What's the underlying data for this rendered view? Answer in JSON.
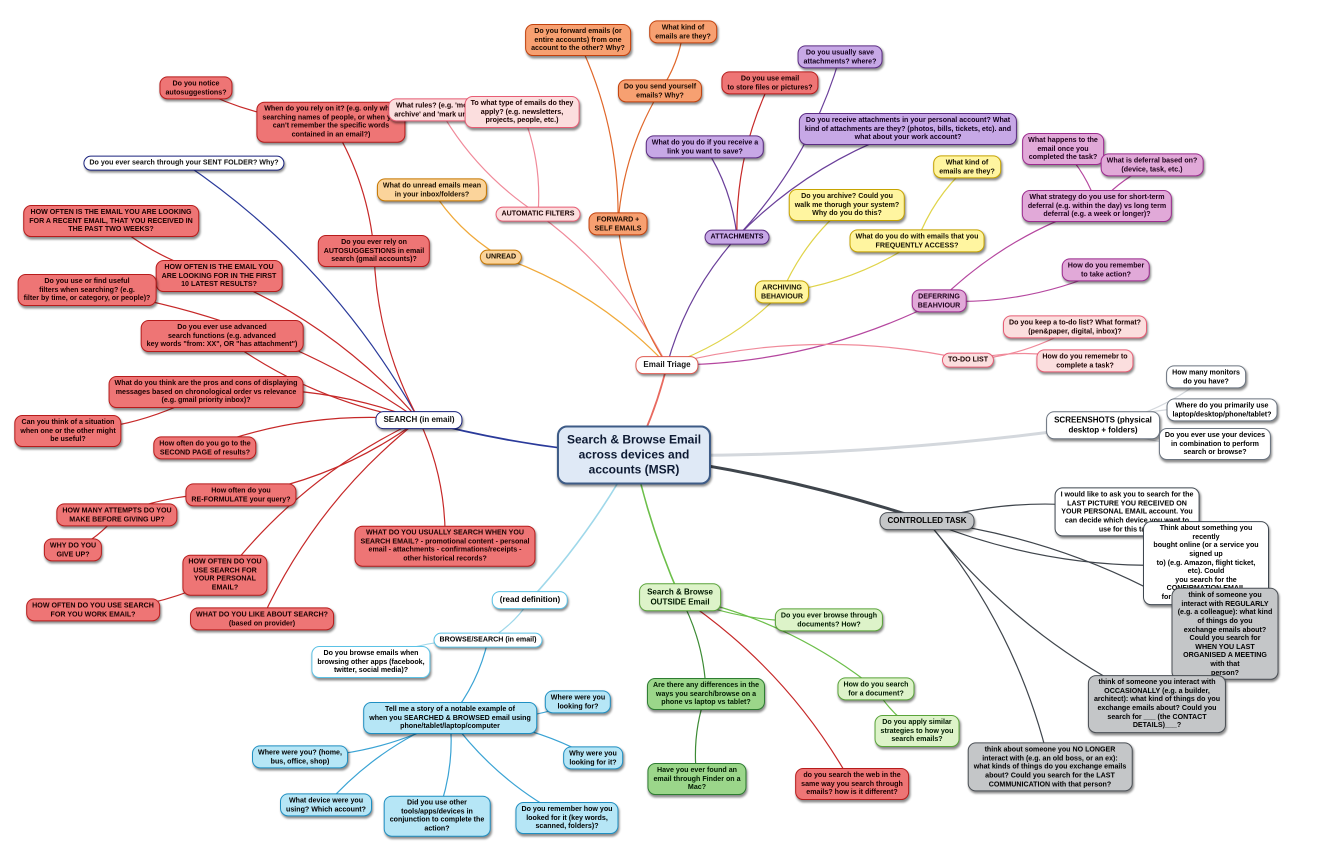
{
  "mindmap": {
    "central": {
      "id": "center",
      "text": "Search & Browse Email\nacross devices and\naccounts (MSR)"
    },
    "nodes": [
      {
        "id": "triage",
        "parent": "center",
        "color": "triage",
        "text": "Email Triage"
      },
      {
        "id": "search",
        "parent": "center",
        "color": "blue",
        "text": "SEARCH (in email)"
      },
      {
        "id": "screenshots",
        "parent": "center",
        "color": "grey2",
        "text": "SCREENSHOTS (physical\ndesktop + folders)"
      },
      {
        "id": "controlled",
        "parent": "center",
        "color": "gray",
        "text": "CONTROLLED TASK"
      },
      {
        "id": "outside",
        "parent": "center",
        "color": "lgreen",
        "text": "Search & Browse\nOUTSIDE Email"
      },
      {
        "id": "readdef",
        "parent": "center",
        "color": "lblue",
        "text": "(read definition)"
      },
      {
        "id": "browse",
        "parent": "readdef",
        "color": "lblue",
        "text": "BROWSE/SEARCH (in email)"
      },
      {
        "id": "browse1",
        "parent": "browse",
        "color": "lblue",
        "text": "Do you browse emails when\nbrowsing other apps (facebook,\ntwitter, social media)?"
      },
      {
        "id": "story",
        "parent": "browse",
        "color": "sky",
        "text": "Tell me a story of a notable example of\nwhen you SEARCHED & BROWSED email using\nphone/tablet/laptop/computer"
      },
      {
        "id": "story1",
        "parent": "story",
        "color": "sky",
        "text": "Where were you\nlooking for?"
      },
      {
        "id": "story2",
        "parent": "story",
        "color": "sky",
        "text": "Why were you\nlooking for it?"
      },
      {
        "id": "story3",
        "parent": "story",
        "color": "sky",
        "text": "Do you remember how you\nlooked for it (key words,\nscanned, folders)?"
      },
      {
        "id": "story4",
        "parent": "story",
        "color": "sky",
        "text": "Did you use other\ntools/apps/devices in\nconjunction to complete the\naction?"
      },
      {
        "id": "story5",
        "parent": "story",
        "color": "sky",
        "text": "What device were you\nusing? Which account?"
      },
      {
        "id": "story6",
        "parent": "story",
        "color": "sky",
        "text": "Where were you? (home,\nbus, office, shop)"
      },
      {
        "id": "out1",
        "parent": "outside",
        "color": "lgreen",
        "text": "Do you ever browse through\ndocuments? How?"
      },
      {
        "id": "out2",
        "parent": "outside",
        "color": "green",
        "text": "Are there any differences in the\nways you search/browse on a\nphone vs laptop vs tablet?"
      },
      {
        "id": "out3",
        "parent": "out2",
        "color": "green",
        "text": "Have you ever found an\nemail through Finder on a\nMac?"
      },
      {
        "id": "out4",
        "parent": "outside",
        "color": "lgreen",
        "text": "How do you search\nfor a document?"
      },
      {
        "id": "out5",
        "parent": "out4",
        "color": "lgreen",
        "text": "Do you apply similar\nstrategies to how you\nsearch emails?"
      },
      {
        "id": "out6",
        "parent": "outside",
        "color": "red",
        "text": "do you search the web in the\nsame way you search through\nemails? how is it different?"
      },
      {
        "id": "scr1",
        "parent": "screenshots",
        "color": "grey2",
        "text": "How many monitors\ndo you have?"
      },
      {
        "id": "scr2",
        "parent": "screenshots",
        "color": "grey2",
        "text": "Where do you primarily use\nlaptop/desktop/phone/tablet?"
      },
      {
        "id": "scr3",
        "parent": "screenshots",
        "color": "grey2",
        "text": "Do you ever use your devices\nin combination to perform\nsearch or browse?"
      },
      {
        "id": "ct1",
        "parent": "controlled",
        "color": "white",
        "text": "I would like to ask you to search for the\nLAST PICTURE YOU RECEIVED ON\nYOUR PERSONAL EMAIL account. You\ncan decide which device you want to\nuse for this task."
      },
      {
        "id": "ct2",
        "parent": "controlled",
        "color": "white",
        "text": "Think about something you recently\nbought online (or a service you signed up\nto) (e.g. Amazon, flight ticket, etc). Could\nyou search for the CONFIRMATION EMAIL\nfor that purchase/service?"
      },
      {
        "id": "ct3",
        "parent": "controlled",
        "color": "gray",
        "text": "think of someone you interact with REGULARLY\n(e.g. a colleague): what kind of things do you\nexchange emails about? Could you search for\nWHEN YOU LAST ORGANISED A MEETING with that\nperson?"
      },
      {
        "id": "ct4",
        "parent": "controlled",
        "color": "gray",
        "text": "think of someone you interact with\nOCCASIONALLY (e.g. a builder,\narchitect): what kind of things do you\nexchange emails about? Could you\nsearch for ___ (the CONTACT\nDETAILS)___?"
      },
      {
        "id": "ct5",
        "parent": "controlled",
        "color": "gray",
        "text": "think about someone you NO LONGER\ninteract with (e.g. an old boss, or an ex):\nwhat kinds of things do you exchange emails\nabout? Could you search for the LAST\nCOMMUNICATION with that person?"
      },
      {
        "id": "s1",
        "parent": "search",
        "color": "blue",
        "text": "Do you ever search through your SENT FOLDER? Why?"
      },
      {
        "id": "s2",
        "parent": "search",
        "color": "red",
        "text": "Do you ever rely on\nAUTOSUGGESTIONS in email\nsearch (gmail accounts)?"
      },
      {
        "id": "s2a",
        "parent": "s2",
        "color": "red",
        "text": "When do you rely on it? (e.g. only when\nsearching names of people, or when you\ncan't remember the specific words\ncontained in an email?)"
      },
      {
        "id": "s2b",
        "parent": "s2a",
        "color": "red",
        "text": "Do you notice\nautosuggestions?"
      },
      {
        "id": "s3",
        "parent": "search",
        "color": "red",
        "text": "HOW OFTEN IS THE EMAIL YOU\nARE LOOKING FOR IN THE FIRST\n10 LATEST RESULTS?"
      },
      {
        "id": "s3a",
        "parent": "s3",
        "color": "red",
        "text": "HOW OFTEN IS THE EMAIL YOU ARE LOOKING\nFOR A RECENT EMAIL, THAT YOU RECEIVED IN\nTHE PAST TWO WEEKS?"
      },
      {
        "id": "s4",
        "parent": "search",
        "color": "red",
        "text": "Do you use or find useful\nfilters when searching? (e.g.\nfilter by time, or category, or people)?"
      },
      {
        "id": "s5",
        "parent": "search",
        "color": "red",
        "text": "Do you ever use advanced\nsearch functions (e.g. advanced\nkey words \"from: XX\", OR \"has attachment\")"
      },
      {
        "id": "s6",
        "parent": "search",
        "color": "red",
        "text": "What do you think are the pros and cons of displaying\nmessages based on chronological order vs relevance\n(e.g. gmail priority inbox)?"
      },
      {
        "id": "s6a",
        "parent": "s6",
        "color": "red",
        "text": "Can you think of a situation\nwhen one or the other might\nbe useful?"
      },
      {
        "id": "s7",
        "parent": "search",
        "color": "red",
        "text": "How often do you go to the\nSECOND PAGE of results?"
      },
      {
        "id": "s8",
        "parent": "search",
        "color": "red",
        "text": "How often do you\nRE-FORMULATE your query?"
      },
      {
        "id": "s8a",
        "parent": "s8",
        "color": "red",
        "text": "HOW MANY ATTEMPTS DO YOU\nMAKE BEFORE GIVING UP?"
      },
      {
        "id": "s8b",
        "parent": "s8a",
        "color": "red",
        "text": "WHY DO YOU\nGIVE UP?"
      },
      {
        "id": "s9",
        "parent": "search",
        "color": "red",
        "text": "HOW OFTEN DO YOU\nUSE SEARCH FOR\nYOUR PERSONAL\nEMAIL?"
      },
      {
        "id": "s9a",
        "parent": "s9",
        "color": "red",
        "text": "HOW OFTEN DO YOU USE SEARCH\nFOR YOU WORK EMAIL?"
      },
      {
        "id": "s10",
        "parent": "search",
        "color": "red",
        "text": "WHAT DO YOU LIKE ABOUT SEARCH?\n(based on provider)"
      },
      {
        "id": "s11",
        "parent": "search",
        "color": "red",
        "text": "WHAT DO YOU USUALLY SEARCH WHEN YOU\nSEARCH EMAIL? - promotional content - personal\nemail - attachments - confirmations/receipts -\nother historical records?"
      },
      {
        "id": "unread",
        "parent": "triage",
        "color": "peach",
        "text": "UNREAD"
      },
      {
        "id": "unread1",
        "parent": "unread",
        "color": "peach",
        "text": "What do unread emails mean\nin your inbox/folders?"
      },
      {
        "id": "autof",
        "parent": "triage",
        "color": "pink",
        "text": "AUTOMATIC FILTERS"
      },
      {
        "id": "autof1",
        "parent": "autof",
        "color": "pink",
        "text": "What rules? (e.g. 'move to\narchive' and 'mark unread')"
      },
      {
        "id": "autof2",
        "parent": "autof",
        "color": "pink",
        "text": "To what type of emails do they\napply? (e.g. newsletters,\nprojects, people, etc.)"
      },
      {
        "id": "fwd",
        "parent": "triage",
        "color": "orange",
        "text": "FORWARD +\nSELF EMAILS"
      },
      {
        "id": "fwd1",
        "parent": "fwd",
        "color": "orange",
        "text": "Do you forward emails (or\nentire accounts) from one\naccount to the other? Why?"
      },
      {
        "id": "fwd2",
        "parent": "fwd",
        "color": "orange",
        "text": "Do you send yourself\nemails? Why?"
      },
      {
        "id": "fwd3",
        "parent": "fwd2",
        "color": "orange",
        "text": "What kind of\nemails are they?"
      },
      {
        "id": "att",
        "parent": "triage",
        "color": "purple",
        "text": "ATTACHMENTS"
      },
      {
        "id": "att1",
        "parent": "att",
        "color": "purple",
        "text": "What do you do if you receive a\nlink you want to save?"
      },
      {
        "id": "att2",
        "parent": "att",
        "color": "red",
        "text": "Do you use email\nto store files or pictures?"
      },
      {
        "id": "att3",
        "parent": "att",
        "color": "purple",
        "text": "Do you usually save\nattachments? where?"
      },
      {
        "id": "att4",
        "parent": "att",
        "color": "purple",
        "text": "Do you receive attachments in your personal account? What\nkind of attachments are they? (photos, bills, tickets, etc). and\nwhat about your work account?"
      },
      {
        "id": "arch",
        "parent": "triage",
        "color": "yellow",
        "text": "ARCHIVING\nBEHAVIOUR"
      },
      {
        "id": "arch1",
        "parent": "arch",
        "color": "yellow",
        "text": "Do you archive? Could you\nwalk me thorugh your system?\nWhy do you do this?"
      },
      {
        "id": "arch2",
        "parent": "arch",
        "color": "yellow",
        "text": "What do you do with emails that you\nFREQUENTLY ACCESS?"
      },
      {
        "id": "arch3",
        "parent": "arch2",
        "color": "yellow",
        "text": "What kind of\nemails are they?"
      },
      {
        "id": "defer",
        "parent": "triage",
        "color": "magenta",
        "text": "DEFERRING\nBEAHVIOUR"
      },
      {
        "id": "defer1",
        "parent": "defer",
        "color": "magenta",
        "text": "What strategy do you use for short-term\ndeferral (e.g. within the day) vs long term\ndeferral (e.g. a week or longer)?"
      },
      {
        "id": "defer1a",
        "parent": "defer1",
        "color": "magenta",
        "text": "What happens to the\nemail once you\ncompleted the task?"
      },
      {
        "id": "defer1b",
        "parent": "defer1",
        "color": "magenta",
        "text": "What is deferral based on?\n(device, task, etc.)"
      },
      {
        "id": "defer2",
        "parent": "defer",
        "color": "magenta",
        "text": "How do you remember\nto take action?"
      },
      {
        "id": "todo",
        "parent": "triage",
        "color": "pink",
        "text": "TO-DO LIST"
      },
      {
        "id": "todo1",
        "parent": "todo",
        "color": "pink",
        "text": "Do you keep a to-do list? What format?\n(pen&paper, digital, inbox)?"
      },
      {
        "id": "todo2",
        "parent": "todo",
        "color": "pink",
        "text": "How do you rememebr to\ncomplete a task?"
      }
    ],
    "colors": {
      "triage": "#e86a60",
      "blue": "#2a3a9a",
      "grey2": "#d4d8dd",
      "gray": "#3f454c",
      "lgreen": "#6cbf4a",
      "green": "#3d8b35",
      "lblue": "#9fd8ea",
      "sky": "#3aa3d4",
      "red": "#c62828",
      "peach": "#f0a93a",
      "pink": "#f08a9a",
      "orange": "#e0672a",
      "purple": "#6a3f9a",
      "yellow": "#e0d44a",
      "magenta": "#b5479f",
      "white": "#3f454c"
    }
  }
}
